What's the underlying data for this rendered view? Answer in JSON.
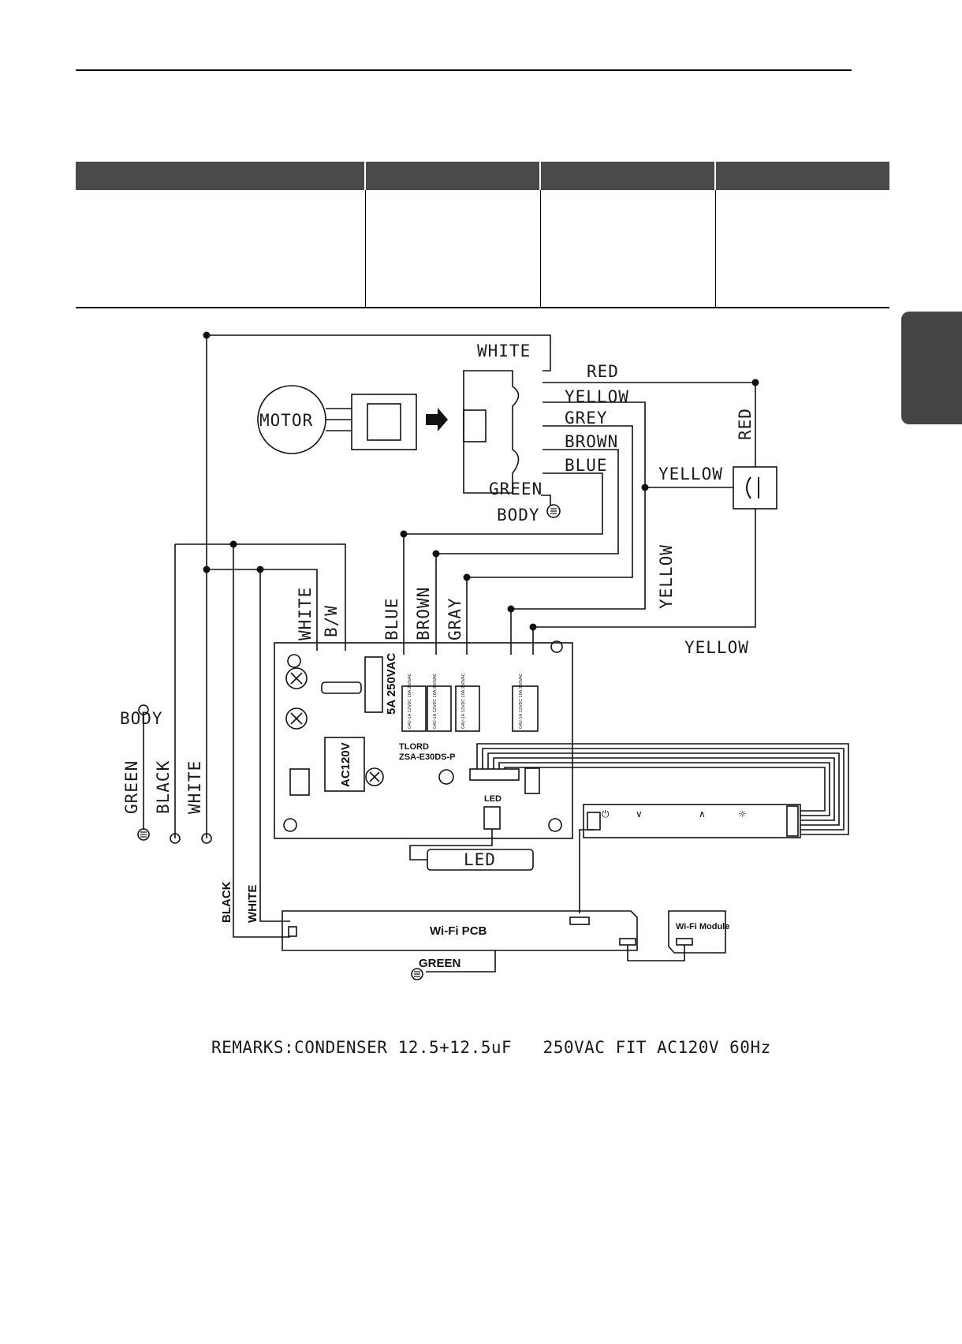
{
  "table": {
    "headers": [
      "",
      "",
      "",
      ""
    ],
    "rows": [
      [
        "",
        "",
        "",
        ""
      ]
    ]
  },
  "diagram": {
    "motor": "MOTOR",
    "connector_wires": {
      "white": "WHITE",
      "red": "RED",
      "yellow": "YELLOW",
      "grey": "GREY",
      "brown": "BROWN",
      "blue": "BLUE",
      "green": "GREEN",
      "body": "BODY"
    },
    "capacitor_wires": {
      "red": "RED",
      "yellow_left": "YELLOW",
      "yellow_vertical": "YELLOW",
      "yellow_bottom": "YELLOW"
    },
    "pcb_wires": {
      "white": "WHITE",
      "bw": "B/W",
      "blue": "BLUE",
      "brown": "BROWN",
      "gray": "GRAY"
    },
    "power_inputs": {
      "body": "BODY",
      "green": "GREEN",
      "black": "BLACK",
      "white": "WHITE"
    },
    "pcb": {
      "fuse": "5A 250VAC",
      "voltage": "AC120V",
      "brand": "TLORD",
      "model": "ZSA-E30DS-P",
      "led_connector": "LED",
      "relay_text": "G4U-1A 12VDC 10A 250VAC"
    },
    "led_box": "LED",
    "wifi": {
      "black": "BLACK",
      "white": "WHITE",
      "pcb_label": "Wi-Fi PCB",
      "module_label": "Wi-Fi Module",
      "green": "GREEN"
    }
  },
  "remarks": "REMARKS:CONDENSER 12.5+12.5uF   250VAC FIT AC120V 60Hz"
}
